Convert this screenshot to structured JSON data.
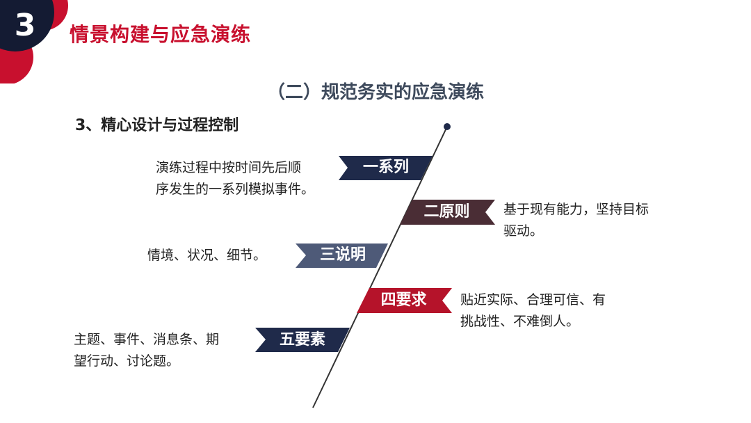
{
  "header": {
    "section_number": "3",
    "section_title": "情景构建与应急演练"
  },
  "subtitle": "（二）规范务实的应急演练",
  "heading": "3、精心设计与过程控制",
  "items": [
    {
      "label": "一系列",
      "desc_line1": "演练过程中按时间先后顺",
      "desc_line2": "序发生的一系列模拟事件。",
      "color": "#1f2a4a"
    },
    {
      "label": "二原则",
      "desc_line1": "基于现有能力，坚持目标",
      "desc_line2": "驱动。",
      "color": "#4a2d35"
    },
    {
      "label": "三说明",
      "desc_line1": "情境、状况、细节。",
      "desc_line2": "",
      "color": "#4e5a78"
    },
    {
      "label": "四要求",
      "desc_line1": "贴近实际、合理可信、有",
      "desc_line2": "挑战性、不难倒人。",
      "color": "#b5132a"
    },
    {
      "label": "五要素",
      "desc_line1": "主题、事件、消息条、期",
      "desc_line2": "望行动、讨论题。",
      "color": "#1f2a4a"
    }
  ],
  "colors": {
    "accent_red": "#c8102e",
    "navy": "#1f2a4a"
  }
}
